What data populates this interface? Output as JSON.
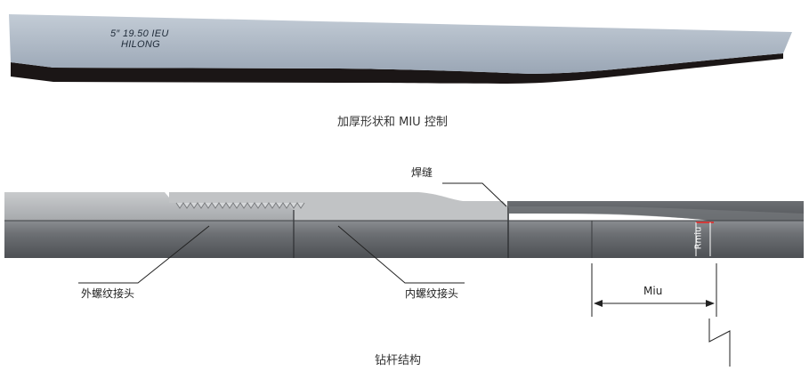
{
  "top_bar": {
    "engraving_line1": "5″ 19.50 IEU",
    "engraving_line2": "HILONG"
  },
  "captions": {
    "upset_caption": "加厚形状和 MIU 控制",
    "structure_caption": "钻杆结构"
  },
  "labels": {
    "weld": "焊缝",
    "pin_connection": "外螺纹接头",
    "box_connection": "内螺纹接头",
    "miu": "Miu",
    "rmiu": "Rmiu"
  },
  "colors": {
    "bar_face": "#a9b4c2",
    "bar_edge": "#1b1616",
    "pipe_body": "#5f6265",
    "pipe_top": "#7d8084",
    "tool_joint": "#b7b9bb",
    "rmiu_mark": "#d23a3a"
  }
}
